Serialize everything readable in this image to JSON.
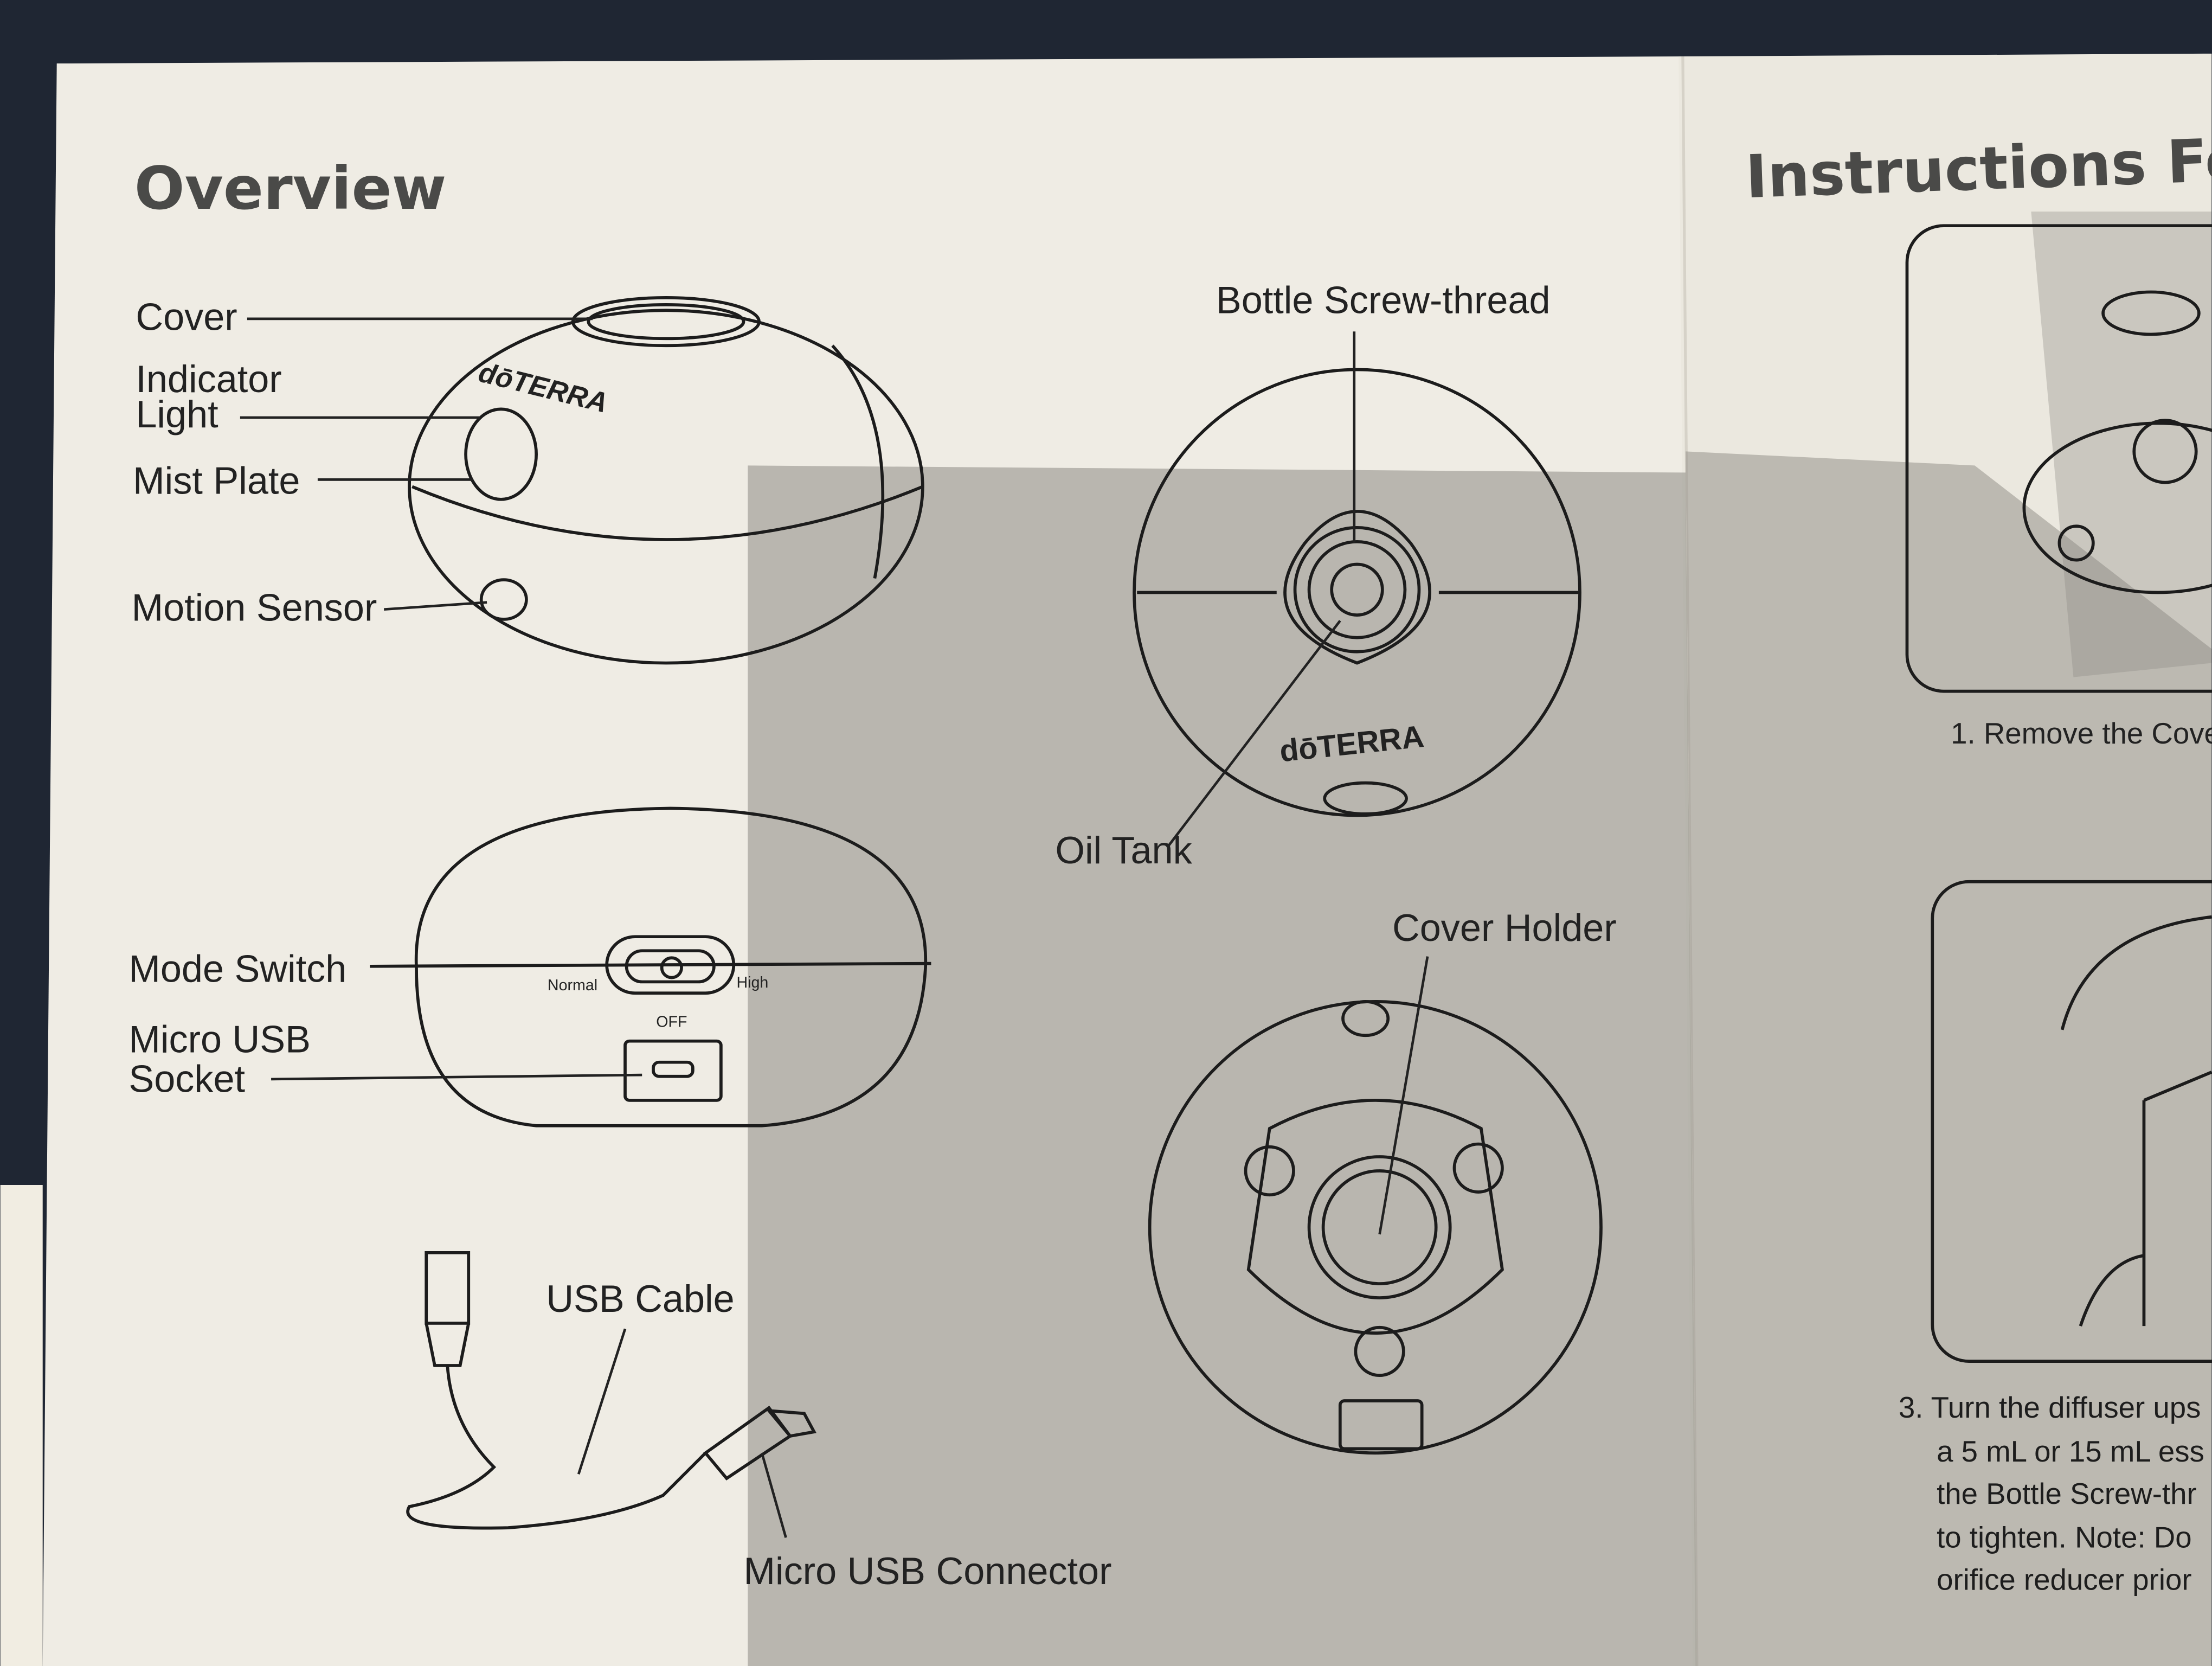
{
  "left_page": {
    "title": "Overview",
    "labels": {
      "cover": "Cover",
      "indicator_1": "Indicator",
      "indicator_2": "Light",
      "mist_plate": "Mist Plate",
      "motion_sensor": "Motion Sensor",
      "bottle_thread": "Bottle Screw-thread",
      "oil_tank": "Oil Tank",
      "cover_holder": "Cover Holder",
      "mode_switch": "Mode Switch",
      "usb_socket_1": "Micro USB",
      "usb_socket_2": "Socket",
      "normal": "Normal",
      "high": "High",
      "off": "OFF",
      "usb_cable": "USB Cable",
      "micro_usb_connector": "Micro USB  Connector"
    },
    "brand": "dōTERRA"
  },
  "right_page": {
    "title": "Instructions Fo",
    "step1": "1. Remove the Cove",
    "step3_lines": [
      "3. Turn the diffuser ups",
      "a 5 mL or 15 mL ess",
      "the Bottle Screw-thr",
      "to tighten. Note: Do",
      "orifice reducer prior"
    ]
  },
  "colors": {
    "paper": "#efece4",
    "shadow": "#8d8a84",
    "ink": "#222222",
    "background": "#1f2633"
  }
}
